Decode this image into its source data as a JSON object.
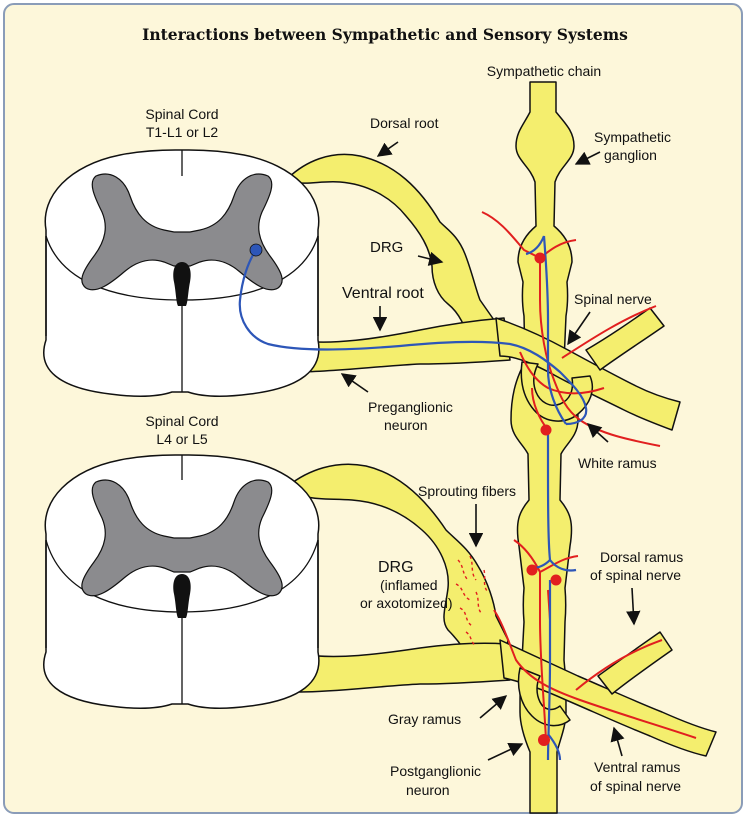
{
  "title": "Interactions between Sympathetic and Sensory Systems",
  "colors": {
    "background": "#FDF7DA",
    "nerve": "#F4EE6E",
    "gray_matter": "#8B8B8E",
    "sympathetic_fiber": "#2D56B8",
    "sensory_fiber": "#E11F1F",
    "frame": "#8A9CB8"
  },
  "labels": {
    "cord_top_name": "Spinal Cord",
    "cord_top_level": "T1-L1 or L2",
    "cord_bottom_name": "Spinal Cord",
    "cord_bottom_level": "L4 or L5",
    "sympathetic_chain": "Sympathetic chain",
    "sympathetic_ganglion_1": "Sympathetic",
    "sympathetic_ganglion_2": "ganglion",
    "dorsal_root": "Dorsal root",
    "drg_top": "DRG",
    "ventral_root": "Ventral root",
    "spinal_nerve": "Spinal nerve",
    "preganglionic_1": "Preganglionic",
    "preganglionic_2": "neuron",
    "white_ramus": "White ramus",
    "sprouting_fibers": "Sprouting fibers",
    "drg_bottom": "DRG",
    "drg_bottom_note_1": "(inflamed",
    "drg_bottom_note_2": "or axotomized)",
    "dorsal_ramus_1": "Dorsal ramus",
    "dorsal_ramus_2": "of spinal nerve",
    "gray_ramus": "Gray ramus",
    "postganglionic_1": "Postganglionic",
    "postganglionic_2": "neuron",
    "ventral_ramus_1": "Ventral ramus",
    "ventral_ramus_2": "of spinal nerve"
  }
}
